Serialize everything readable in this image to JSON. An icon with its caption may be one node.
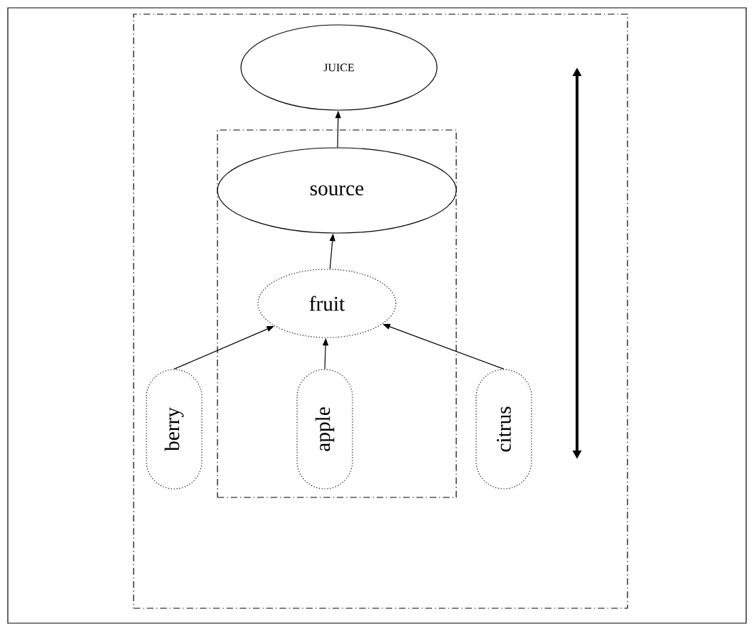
{
  "diagram": {
    "nodes": [
      {
        "text": [],
        "shape": "box"
      },
      {
        "text": [
          "JUICE"
        ],
        "in": 0
      },
      {
        "text": [],
        "shape": "box",
        "in": 0
      },
      {
        "text": [
          "source"
        ],
        "in": 2
      },
      {
        "text": [
          "fruit"
        ],
        "in": 2
      },
      {
        "text": [
          "berry"
        ],
        "in": 0
      },
      {
        "text": [
          "apple"
        ],
        "in": 2
      },
      {
        "text": [
          "citrus"
        ],
        "in": 0
      }
    ],
    "edges": [
      {
        "from": 3,
        "to": 1,
        "arrow": "to"
      },
      {
        "from": 4,
        "to": 3,
        "arrow": "to"
      },
      {
        "from": 5,
        "to": 4,
        "arrow": "to"
      },
      {
        "from": 6,
        "to": 4,
        "arrow": "to"
      },
      {
        "from": 7,
        "to": 4,
        "arrow": "to"
      }
    ]
  }
}
